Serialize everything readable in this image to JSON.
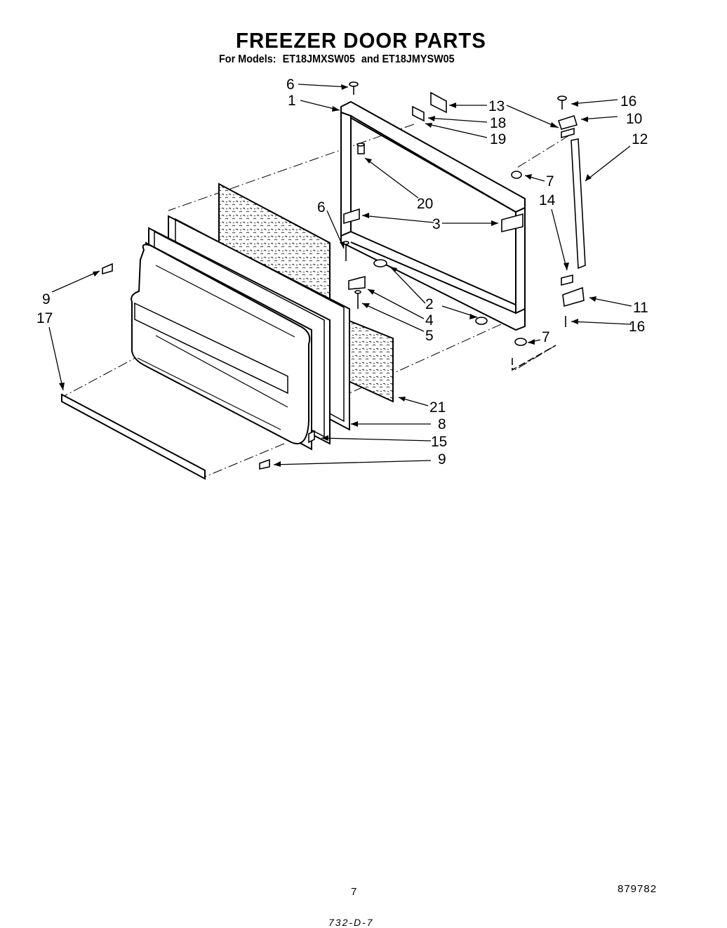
{
  "title": "FREEZER DOOR PARTS",
  "subtitle": {
    "prefix": "For Models:",
    "model_a": "ET18JMXSW05",
    "joiner": "and ET18JMYSW05"
  },
  "callouts": [
    "1",
    "2",
    "3",
    "4",
    "5",
    "6",
    "6",
    "7",
    "7",
    "8",
    "9",
    "9",
    "10",
    "11",
    "12",
    "13",
    "14",
    "15",
    "16",
    "16",
    "17",
    "18",
    "19",
    "20",
    "21"
  ],
  "footer": {
    "page_number": "7",
    "part_code": "879782",
    "stamp": "732-D-7"
  }
}
